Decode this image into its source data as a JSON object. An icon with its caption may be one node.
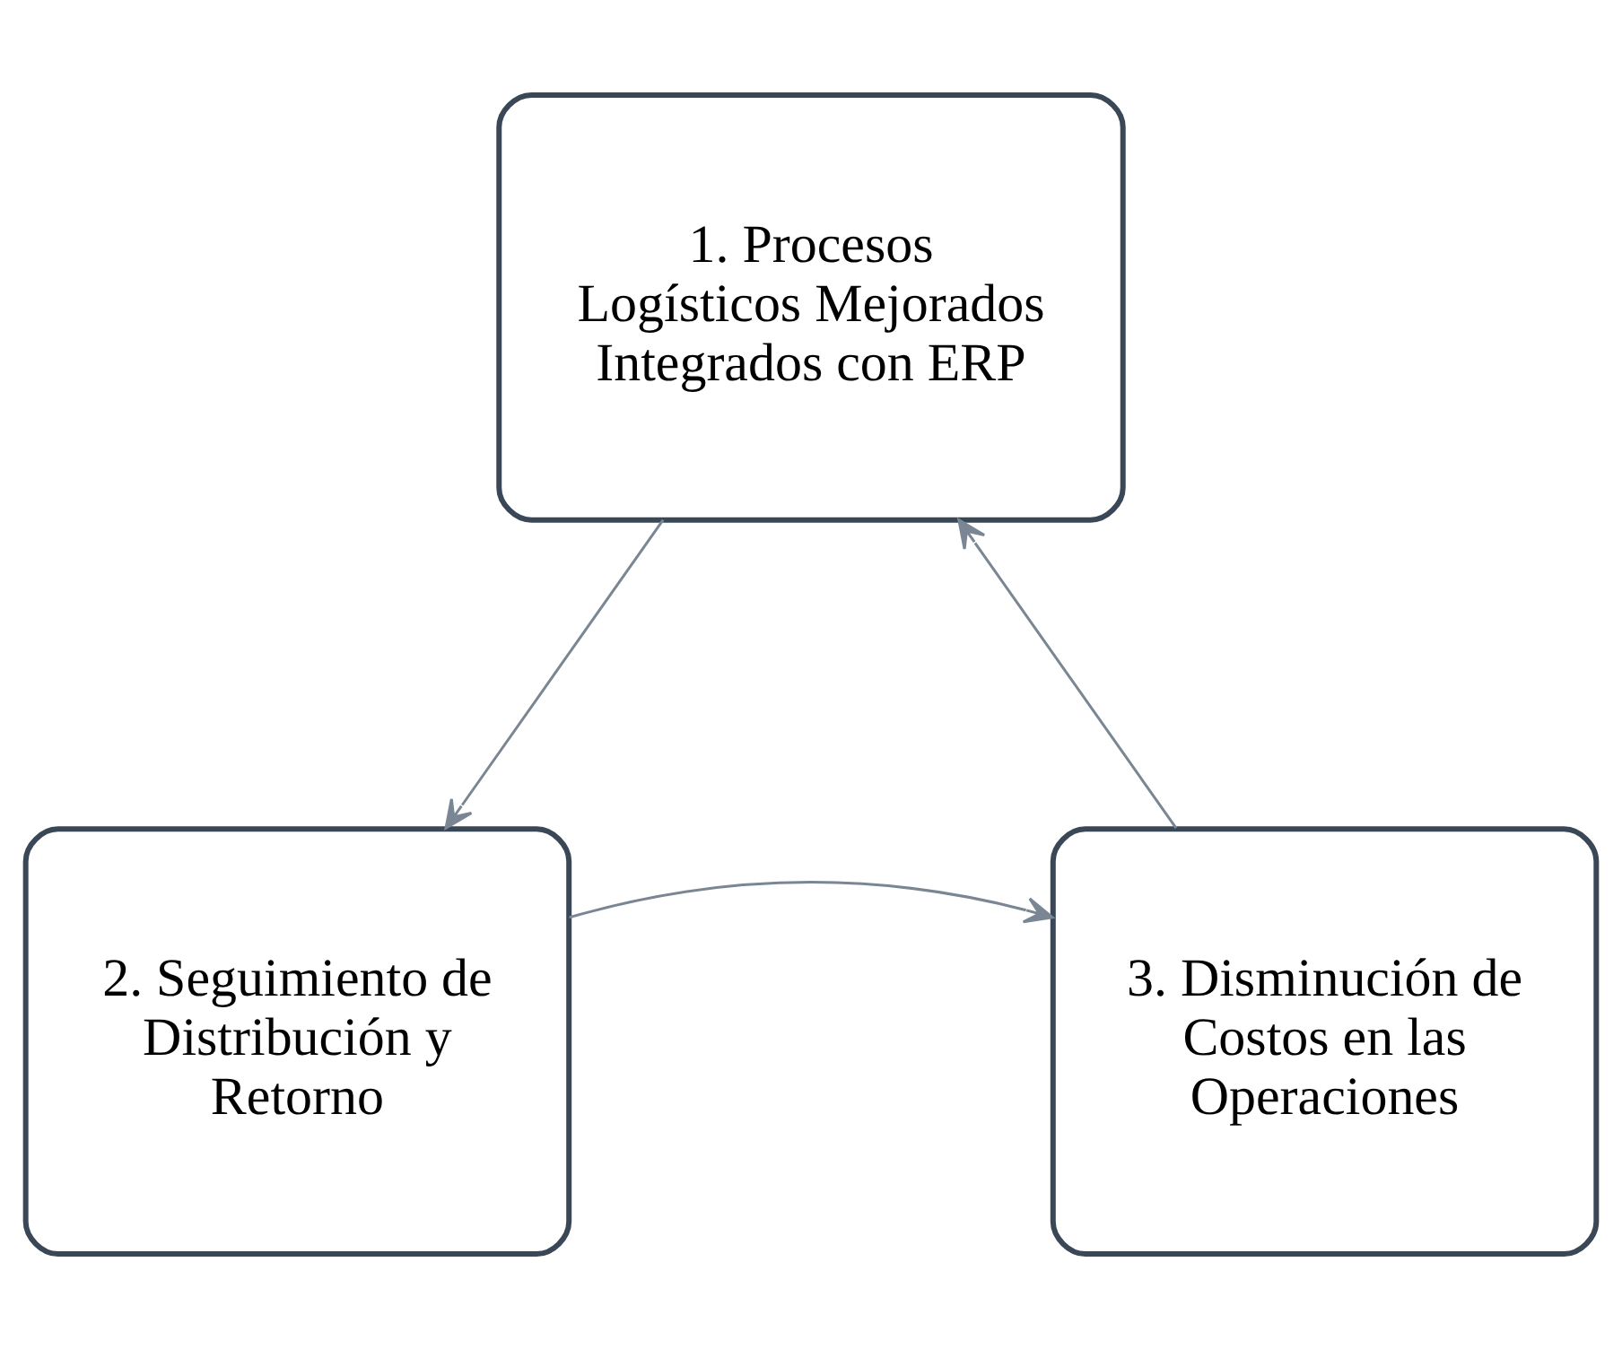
{
  "diagram": {
    "nodes": [
      {
        "text": [
          "1. Procesos Logísticos Mejorados Integrados con ERP"
        ]
      },
      {
        "text": [
          "2. Seguimiento de Distribución y Retorno"
        ]
      },
      {
        "text": [
          "3. Disminución de Costos en las Operaciones"
        ]
      }
    ],
    "edges": [
      {
        "from": 0,
        "to": 1,
        "arrow": "to"
      },
      {
        "from": 1,
        "to": 2,
        "arrow": "to"
      },
      {
        "from": 2,
        "to": 0,
        "arrow": "to"
      }
    ]
  }
}
